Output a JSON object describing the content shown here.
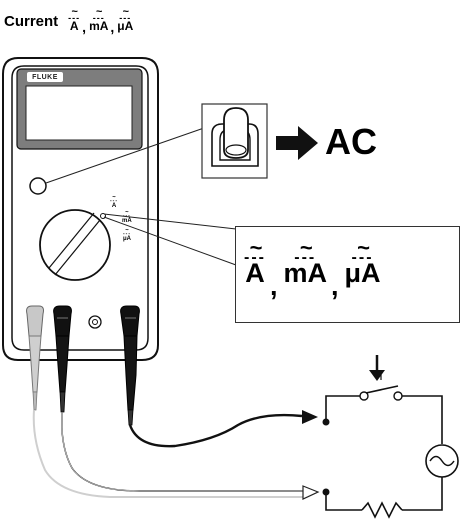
{
  "title": {
    "text": "Current",
    "symbols": [
      {
        "wave": "~",
        "dash": "---",
        "unit": "A"
      },
      {
        "wave": "~",
        "dash": "---",
        "unit": "mA"
      },
      {
        "wave": "~",
        "dash": "---",
        "unit": "μA"
      }
    ],
    "separator": ","
  },
  "meter": {
    "brand": "FLUKE",
    "dial_symbols": [
      {
        "wave": "~",
        "dash": "---",
        "unit": "A"
      },
      {
        "wave": "~",
        "dash": "---",
        "unit": "mA"
      },
      {
        "wave": "~",
        "dash": "---",
        "unit": "μA"
      }
    ]
  },
  "mode_label": "AC",
  "callout": {
    "symbols": [
      {
        "wave": "~",
        "dash": "---",
        "unit": "A"
      },
      {
        "wave": "~",
        "dash": "---",
        "unit": "mA"
      },
      {
        "wave": "~",
        "dash": "---",
        "unit": "μA"
      }
    ],
    "separator": ","
  },
  "icons": [
    "multimeter",
    "toggle-button",
    "right-arrow",
    "switch",
    "ac-source",
    "resistor",
    "probe"
  ]
}
